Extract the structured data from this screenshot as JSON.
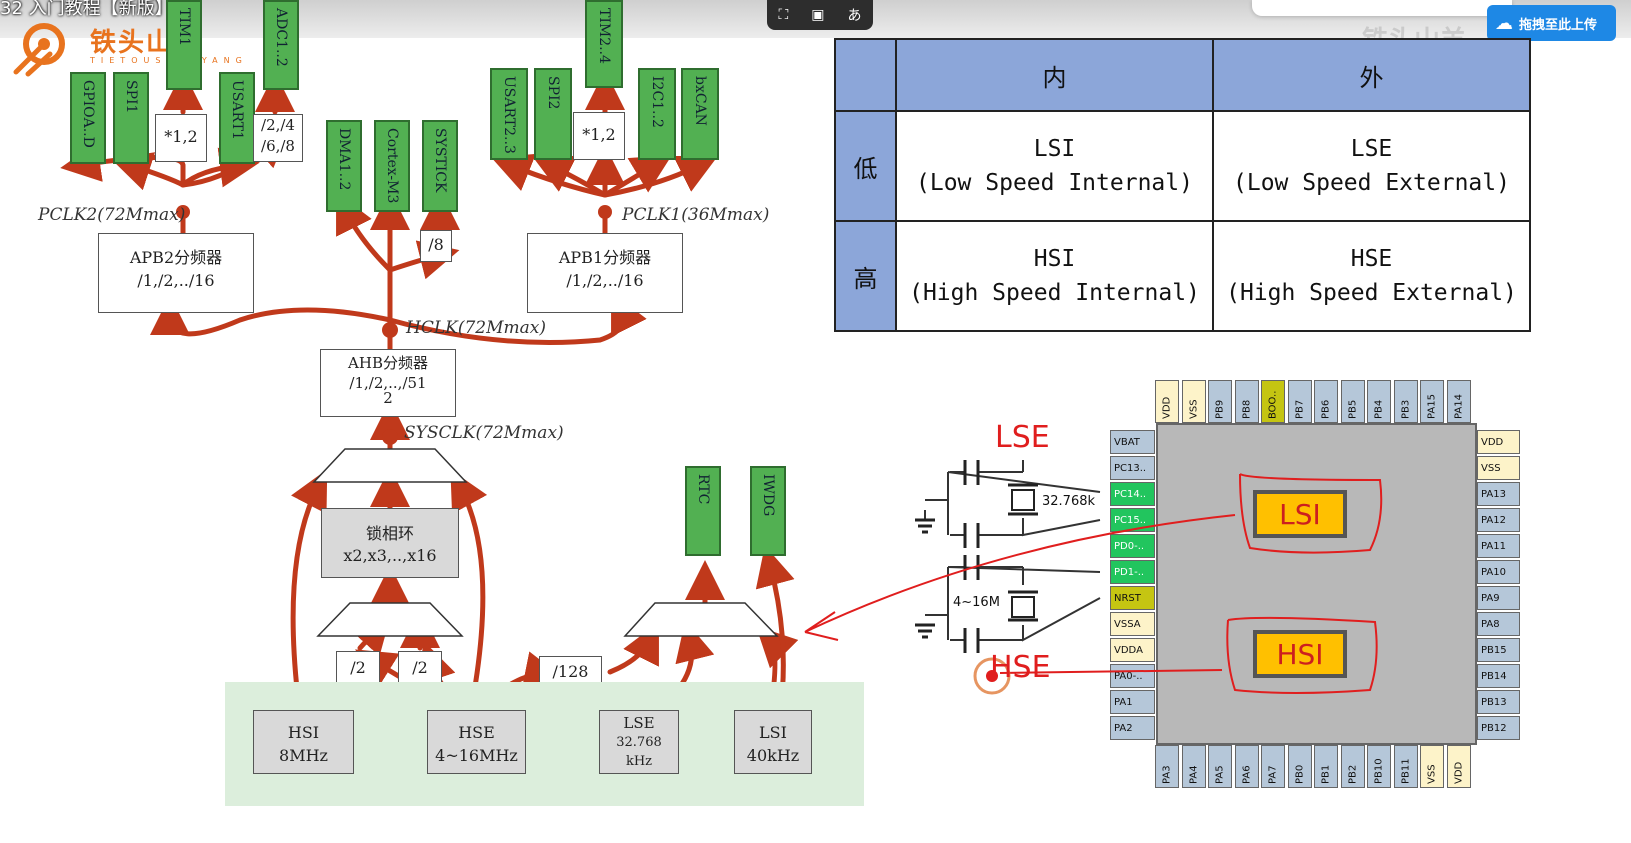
{
  "window": {
    "video_title": "32 入门教程【新版】"
  },
  "logo": {
    "text": "铁头山羊",
    "subtext": "TIETOUSHANYANG"
  },
  "player": {
    "icons": [
      "crop-icon",
      "picture-in-picture-icon",
      "translate-icon"
    ],
    "translate_label": "あ"
  },
  "upload": {
    "label": "拖拽至此上传"
  },
  "watermark": "铁头山羊",
  "clock_tree": {
    "apb2_outputs": [
      "GPIOA..D",
      "SPI1",
      "TIM1",
      "USART1",
      "ADC1..2"
    ],
    "apb2_mult": "*1,2",
    "adc_div": "/2,/4\n/6,/8",
    "ahb_outputs": [
      "DMA1..2",
      "Cortex-M3",
      "SYSTICK"
    ],
    "systick_div": "/8",
    "apb1_outputs": [
      "USART2..3",
      "SPI2",
      "TIM2..4",
      "I2C1..2",
      "bxCAN"
    ],
    "apb1_mult": "*1,2",
    "pclk2": "PCLK2(72Mmax)",
    "pclk1": "PCLK1(36Mmax)",
    "apb2": {
      "title": "APB2分频器",
      "sub": "/1,/2,../16"
    },
    "apb1": {
      "title": "APB1分频器",
      "sub": "/1,/2,../16"
    },
    "hclk": "HCLK(72Mmax)",
    "ahb": {
      "title": "AHB分频器",
      "sub": "/1,/2,..,/51",
      "sub2": "2"
    },
    "sysclk": "SYSCLK(72Mmax)",
    "pll": {
      "title": "锁相环",
      "sub": "x2,x3,..,x16"
    },
    "pll_divs": [
      "/2",
      "/2"
    ],
    "rtc_div": "/128",
    "rtc_outputs": [
      "RTC",
      "IWDG"
    ],
    "sources": [
      {
        "name": "HSI",
        "freq": "8MHz"
      },
      {
        "name": "HSE",
        "freq": "4~16MHz"
      },
      {
        "name": "LSE",
        "freq": "32.768\nkHz"
      },
      {
        "name": "LSI",
        "freq": "40kHz"
      }
    ]
  },
  "table": {
    "header": [
      "",
      "内",
      "外"
    ],
    "rows": [
      {
        "label": "低",
        "cells": [
          [
            "LSI",
            "(Low Speed Internal)"
          ],
          [
            "LSE",
            "(Low Speed External)"
          ]
        ]
      },
      {
        "label": "高",
        "cells": [
          [
            "HSI",
            "(High Speed Internal)"
          ],
          [
            "HSE",
            "(High Speed External)"
          ]
        ]
      }
    ]
  },
  "chip": {
    "top_pins": [
      "VDD",
      "VSS",
      "PB9",
      "PB8",
      "BOO..",
      "PB7",
      "PB6",
      "PB5",
      "PB4",
      "PB3",
      "PA15",
      "PA14"
    ],
    "left_pins": [
      "VBAT",
      "PC13..",
      "PC14..",
      "PC15..",
      "PD0-..",
      "PD1-..",
      "NRST",
      "VSSA",
      "VDDA",
      "PA0-..",
      "PA1",
      "PA2"
    ],
    "right_pins": [
      "VDD",
      "VSS",
      "PA13",
      "PA12",
      "PA11",
      "PA10",
      "PA9",
      "PA8",
      "PB15",
      "PB14",
      "PB13",
      "PB12"
    ],
    "bottom_pins": [
      "PA3",
      "PA4",
      "PA5",
      "PA6",
      "PA7",
      "PB0",
      "PB1",
      "PB2",
      "PB10",
      "PB11",
      "VSS",
      "VDD"
    ],
    "lse_label": "LSE",
    "hse_label": "HSE",
    "crystal_lse": "32.768k",
    "crystal_hse": "4~16M",
    "lsi": "LSI",
    "hsi": "HSI"
  },
  "colors": {
    "accent": "#c0391b",
    "green": "#52b052",
    "table_header": "#8ca6d9",
    "osc": "#ffc000"
  }
}
